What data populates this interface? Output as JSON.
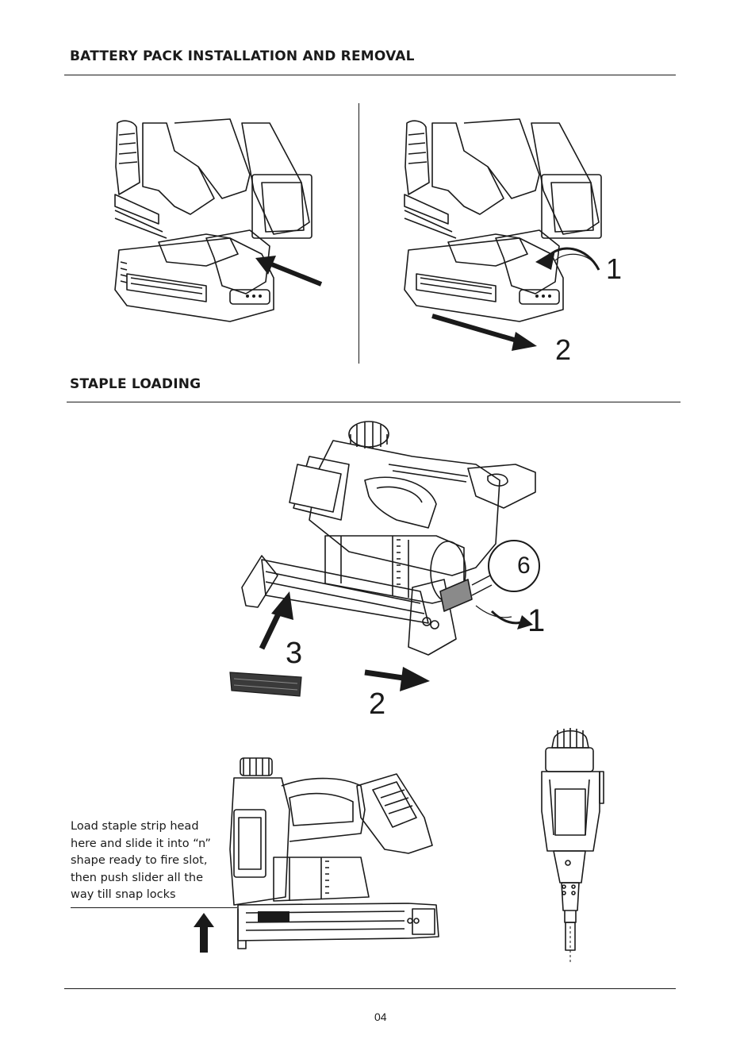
{
  "sections": {
    "battery": {
      "title": "BATTERY PACK INSTALLATION AND REMOVAL"
    },
    "staple": {
      "title": "STAPLE LOADING"
    }
  },
  "figures": {
    "removal_steps": [
      "1",
      "2"
    ],
    "loading_steps": [
      "6",
      "1",
      "3",
      "2"
    ]
  },
  "note": {
    "lines": [
      "Load staple strip head",
      "here and slide it into “n”",
      "shape ready to fire slot,",
      "then push slider all the",
      "way till snap locks"
    ]
  },
  "footer": {
    "page_number": "04"
  },
  "colors": {
    "ink": "#1a1a1a",
    "shade": "#6e6e6e",
    "background": "#ffffff"
  },
  "icons": [
    "arrow-icon",
    "curved-arrow-icon",
    "staple-strip-icon"
  ]
}
